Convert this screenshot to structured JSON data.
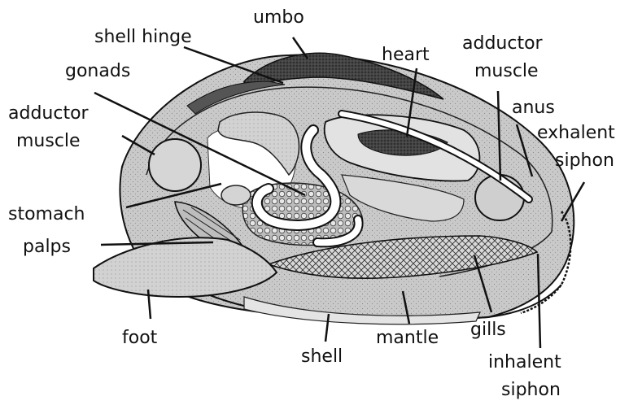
{
  "colors": {
    "body_gray": "#c9c9c9",
    "light_gray": "#dcdcdc",
    "dark_shell": "#2a2a2a",
    "outline": "#111111",
    "white": "#ffffff"
  },
  "labels": {
    "umbo": "umbo",
    "shell_hinge": "shell hinge",
    "heart": "heart",
    "adductor_muscle_right_line1": "adductor",
    "adductor_muscle_right_line2": "muscle",
    "gonads": "gonads",
    "anus": "anus",
    "exhalent_siphon_line1": "exhalent",
    "exhalent_siphon_line2": "siphon",
    "adductor_muscle_left_line1": "adductor",
    "adductor_muscle_left_line2": "muscle",
    "stomach": "stomach",
    "palps": "palps",
    "foot": "foot",
    "shell": "shell",
    "mantle": "mantle",
    "gills": "gills",
    "inhalent_siphon_line1": "inhalent",
    "inhalent_siphon_line2": "siphon"
  }
}
